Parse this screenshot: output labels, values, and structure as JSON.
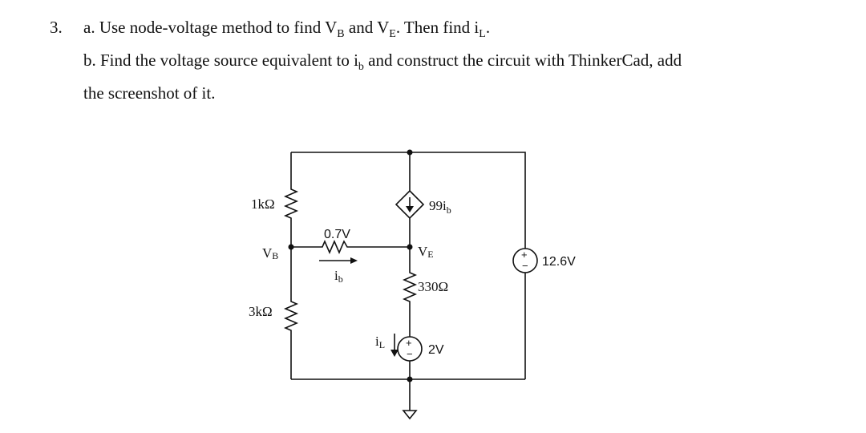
{
  "problem": {
    "number": "3.",
    "part_a": {
      "prefix": "a. Use node-voltage method to find V",
      "sub1": "B",
      "mid1": " and V",
      "sub2": "E",
      "mid2": ". Then find i",
      "sub3": "L",
      "suffix": "."
    },
    "part_b_line1": {
      "prefix": "b. Find the voltage source equivalent to i",
      "sub": "b",
      "suffix": " and construct the circuit with ThinkerCad, add"
    },
    "part_b_line2": "the screenshot of it."
  },
  "circuit": {
    "r_top_label": "1kΩ",
    "r_bottom_label": "3kΩ",
    "node_b_label": "V",
    "node_b_sub": "B",
    "r_bias_value": "0.7V",
    "current_ib_label": "i",
    "current_ib_sub": "b",
    "dep_source_label": "99i",
    "dep_source_sub": "b",
    "node_e_label": "V",
    "node_e_sub": "E",
    "r_emitter_label": "330Ω",
    "current_il_label": "i",
    "current_il_sub": "L",
    "source_small_value": "2V",
    "source_main_value": "12.6V",
    "plus_sign": "+",
    "minus_sign": "−"
  }
}
